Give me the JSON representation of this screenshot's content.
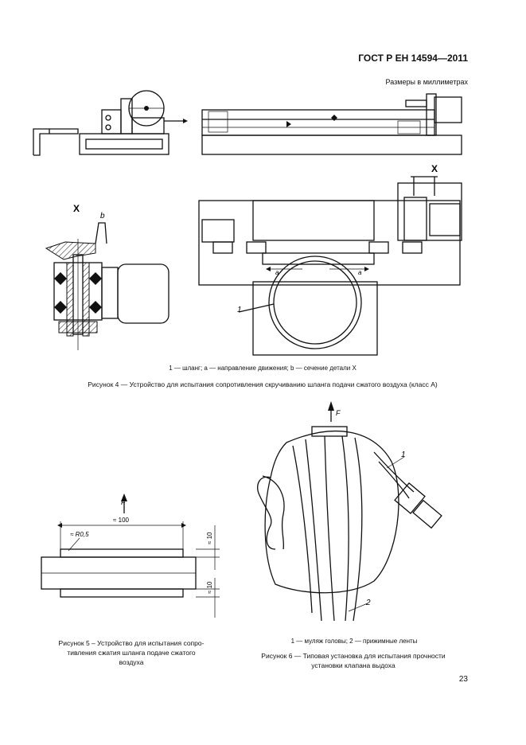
{
  "header": {
    "standard": "ГОСТ Р ЕН 14594—2011"
  },
  "units_note": "Размеры в миллиметрах",
  "figure4": {
    "section_label": "X",
    "detail_label": "b",
    "item1": "1",
    "dir_a": "a",
    "legend": "1 — шланг; a — направление движения; b — сечение детали X",
    "caption": "Рисунок 4 — Устройство для испытания сопротивления скручиванию шланга подачи сжатого воздуха (класс А)"
  },
  "figure5": {
    "force": "F",
    "dim_length": "≈ 100",
    "dim_radius": "≈ R0,5",
    "dim_h1": "≈ 10",
    "dim_h2": "≈ 10",
    "caption_lines": [
      "Рисунок 5 – Устройство для испытания сопро-",
      "тивления сжатия шланга подаче сжатого",
      "воздуха"
    ]
  },
  "figure6": {
    "force": "F",
    "item1": "1",
    "item2": "2",
    "legend": "1 — муляж головы; 2 — прижимные ленты",
    "caption_lines": [
      "Рисунок 6 — Типовая установка для испытания прочности",
      "установки клапана выдоха"
    ]
  },
  "page_number": "23"
}
